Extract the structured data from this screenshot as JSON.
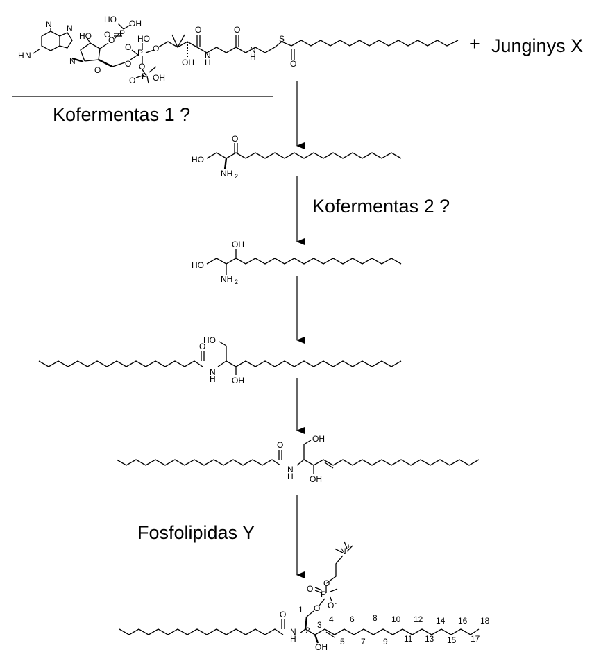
{
  "labels": {
    "reagent_plus": "+",
    "compound_x": "Junginys X",
    "coenzyme1": "Kofermentas 1 ?",
    "coenzyme2": "Kofermentas 2 ?",
    "phospholipid_y": "Fosfolipidas Y"
  },
  "atoms": {
    "ho": "HO",
    "oh": "OH",
    "o": "O",
    "p": "P",
    "n": "N",
    "h": "H",
    "s": "S",
    "nh2": "NH",
    "h2n": "H",
    "sub2": "2",
    "nplus": "N",
    "plus": "+",
    "ominus": "O",
    "minus": "-"
  },
  "numbering": [
    "1",
    "2",
    "3",
    "4",
    "5",
    "6",
    "7",
    "8",
    "9",
    "10",
    "11",
    "12",
    "13",
    "14",
    "15",
    "16",
    "17",
    "18"
  ]
}
